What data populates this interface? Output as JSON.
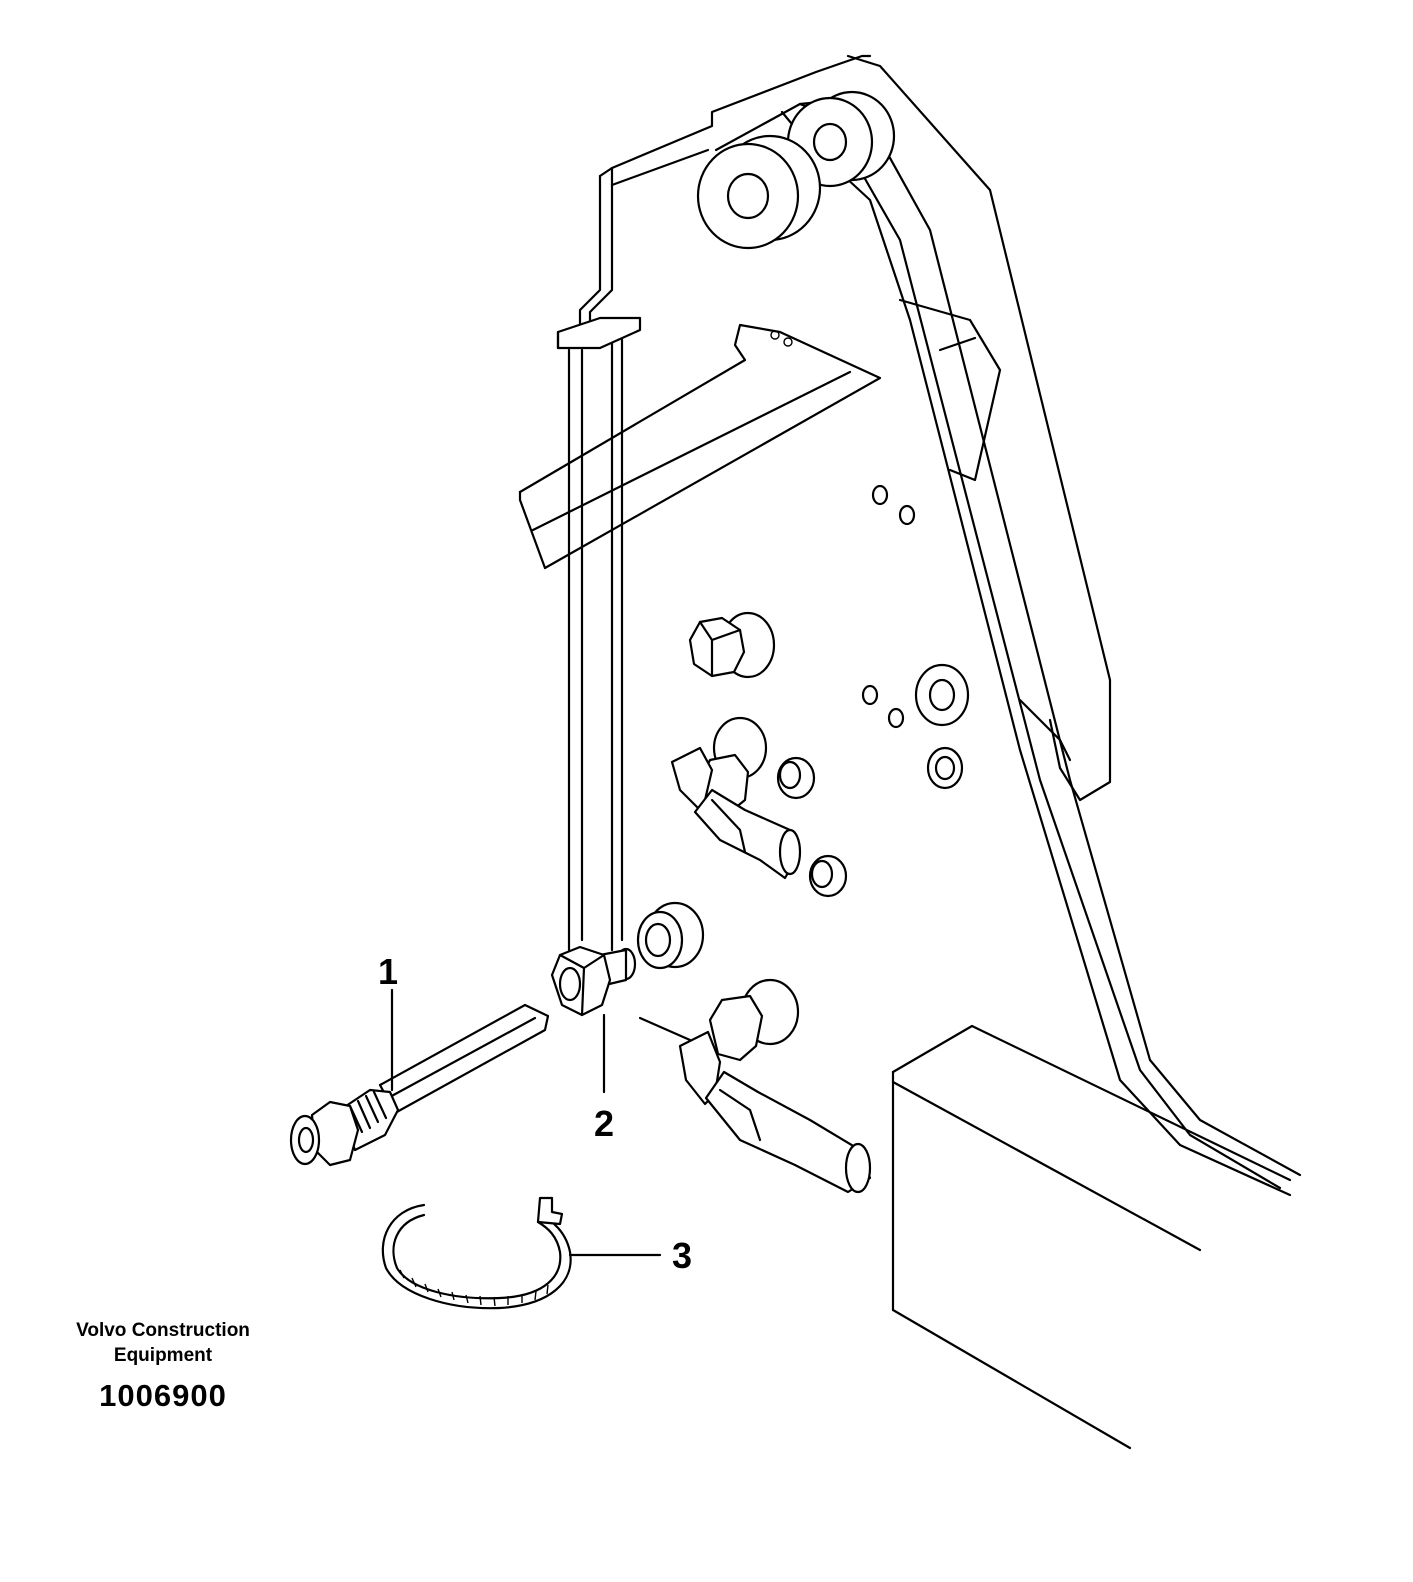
{
  "diagram": {
    "callouts": [
      {
        "id": 1,
        "label": "1"
      },
      {
        "id": 2,
        "label": "2"
      },
      {
        "id": 3,
        "label": "3"
      }
    ]
  },
  "footer": {
    "brand_line1": "Volvo Construction",
    "brand_line2": "Equipment",
    "reference_number": "1006900"
  }
}
